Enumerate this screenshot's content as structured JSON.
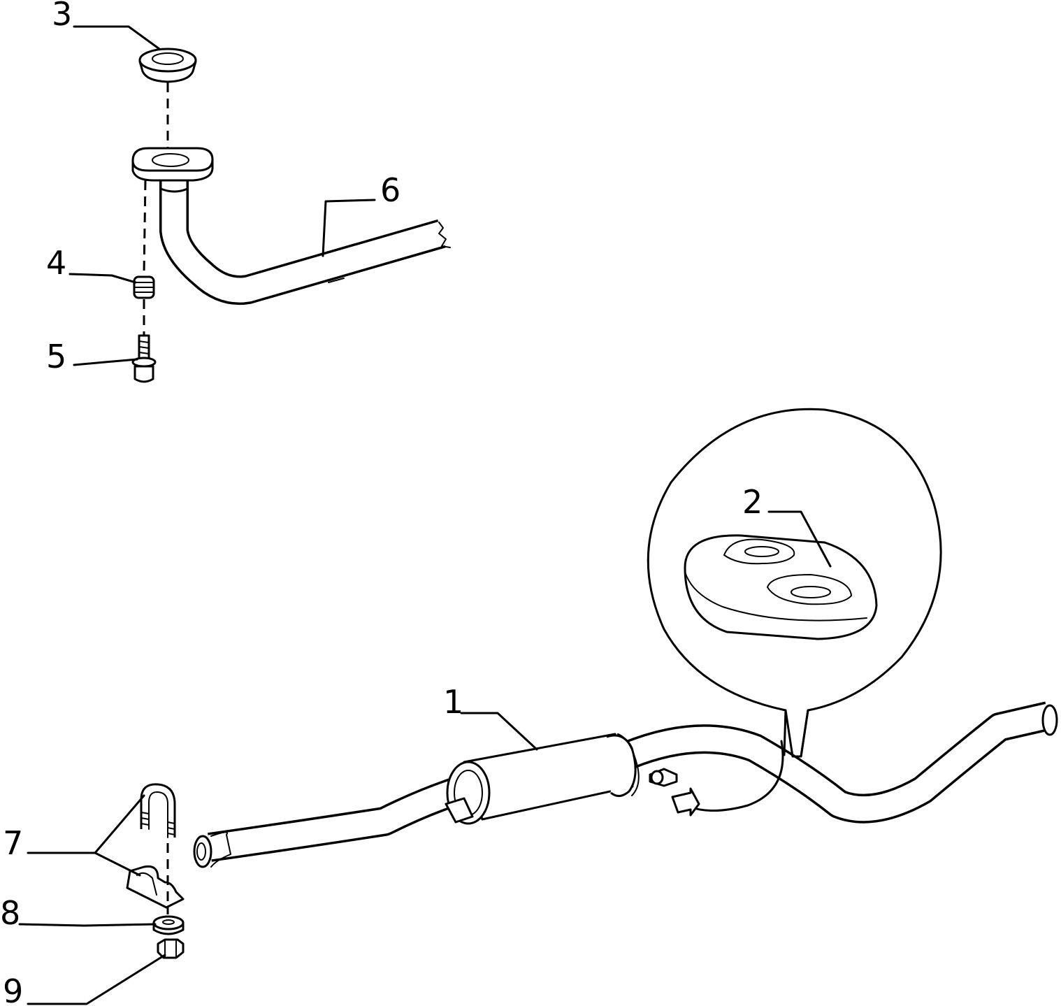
{
  "callouts": [
    {
      "number": "1",
      "part": "rear-muffler-assembly"
    },
    {
      "number": "2",
      "part": "rubber-hanger"
    },
    {
      "number": "3",
      "part": "gasket-ring"
    },
    {
      "number": "4",
      "part": "spacer-sleeve"
    },
    {
      "number": "5",
      "part": "bolt"
    },
    {
      "number": "6",
      "part": "front-exhaust-pipe"
    },
    {
      "number": "7",
      "part": "u-bolt-clamp"
    },
    {
      "number": "8",
      "part": "washer"
    },
    {
      "number": "9",
      "part": "nut"
    }
  ]
}
